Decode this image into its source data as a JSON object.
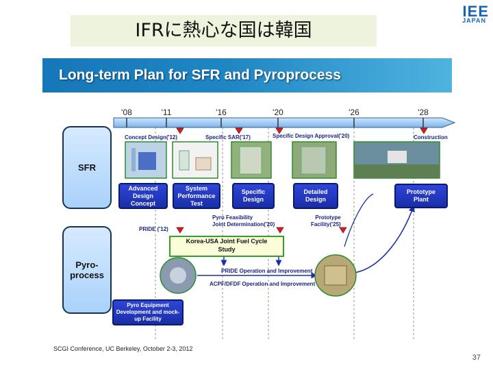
{
  "header": {
    "title": "IFRに熱心な国は韓国",
    "logo_main": "IEE",
    "logo_sub": "JAPAN",
    "banner": "Long-term Plan for SFR and Pyroprocess"
  },
  "timeline": {
    "years": [
      "'08",
      "'11",
      "'16",
      "'20",
      "'26",
      "'28"
    ]
  },
  "rows": {
    "sfr": "SFR",
    "pyro": "Pyro-\nprocess"
  },
  "milestones": {
    "concept_design": "Concept Design('12)",
    "specific_sar": "Specific SAR('17)",
    "specific_design_approval": "Specific Design Approval('20)",
    "construction": "Construction",
    "pride": "PRIDE ('12)",
    "pyro_feasibility": "Pyro Feasibility\nJoint Determination('20)",
    "prototype_facility": "Prototype\nFacility('25)"
  },
  "boxes": {
    "advanced_design": "Advanced\nDesign\nConcept",
    "system_test": "System\nPerformance\nTest",
    "specific_design": "Specific\nDesign",
    "detailed_design": "Detailed\nDesign",
    "prototype_plant": "Prototype\nPlant",
    "pyro_equipment": "Pyro Equipment\nDevelopment and mock-\nup Facility",
    "korea_usa": "Korea-USA Joint Fuel Cycle\nStudy"
  },
  "arrows": {
    "pride_op": "PRIDE Operation and Improvement",
    "acpf_op": "ACPF/DFDF Operation and Improvement"
  },
  "footer": {
    "conference": "SCGI Conference, UC Berkeley, October 2-3, 2012",
    "page": "37"
  },
  "colors": {
    "banner": "#1f86c4",
    "box_blue": "#1a2ea8",
    "milestone_red": "#d81f1f",
    "green_border": "#31a02e"
  }
}
